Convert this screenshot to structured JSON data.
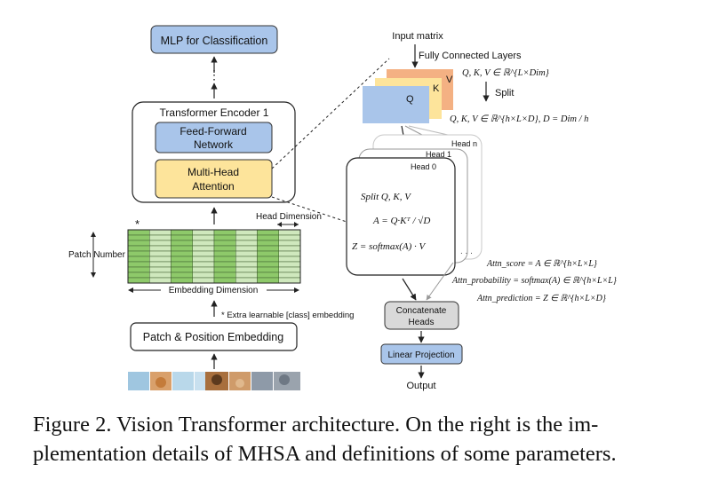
{
  "left": {
    "mlp_label": "MLP for Classification",
    "encoder_title": "Transformer Encoder 1",
    "ffn_line1": "Feed-Forward",
    "ffn_line2": "Network",
    "mha_line1": "Multi-Head",
    "mha_line2": "Attention",
    "head_dimension": "Head Dimension",
    "patch_number": "Patch Number",
    "embedding_dimension": "Embedding Dimension",
    "asterisk": "*",
    "extra_token": "* Extra learnable [class] embedding",
    "patch_position": "Patch & Position Embedding"
  },
  "right": {
    "input_matrix": "Input matrix",
    "fc_layers": "Fully Connected Layers",
    "q": "Q",
    "k": "K",
    "v": "V",
    "qkv_shape": "Q, K, V ∈ ℝ^{L×Dim}",
    "split": "Split",
    "qkv_split_shape": "Q, K, V ∈ ℝ^{h×L×D}, D = Dim / h",
    "head_n": "Head n",
    "head_1": "Head 1",
    "head_0": "Head 0",
    "split_eq": "Split  Q, K, V",
    "attn_eq": "A = Q·Kᵀ / √D",
    "z_eq": "Z = softmax(A) · V",
    "dots": ". . .",
    "attn_score": "Attn_score = A ∈ ℝ^{h×L×L}",
    "attn_probability": "Attn_probability = softmax(A) ∈ ℝ^{h×L×L}",
    "attn_prediction": "Attn_prediction = Z ∈ ℝ^{h×L×D}",
    "concat_line1": "Concatenate",
    "concat_line2": "Heads",
    "linear_projection": "Linear Projection",
    "output": "Output"
  },
  "colors": {
    "blue_box": "#a9c5ea",
    "yellow_box": "#fde49b",
    "green_dark": "#8ec96a",
    "green_light": "#cfe8bd",
    "q_color": "#a9c5ea",
    "k_color": "#fde49b",
    "v_color": "#f4b183",
    "concat_fill": "#d9d9d9"
  },
  "caption": {
    "line1": "Figure 2. Vision Transformer architecture. On the right is the im-",
    "line2": "plementation details of MHSA and definitions of some parameters."
  }
}
